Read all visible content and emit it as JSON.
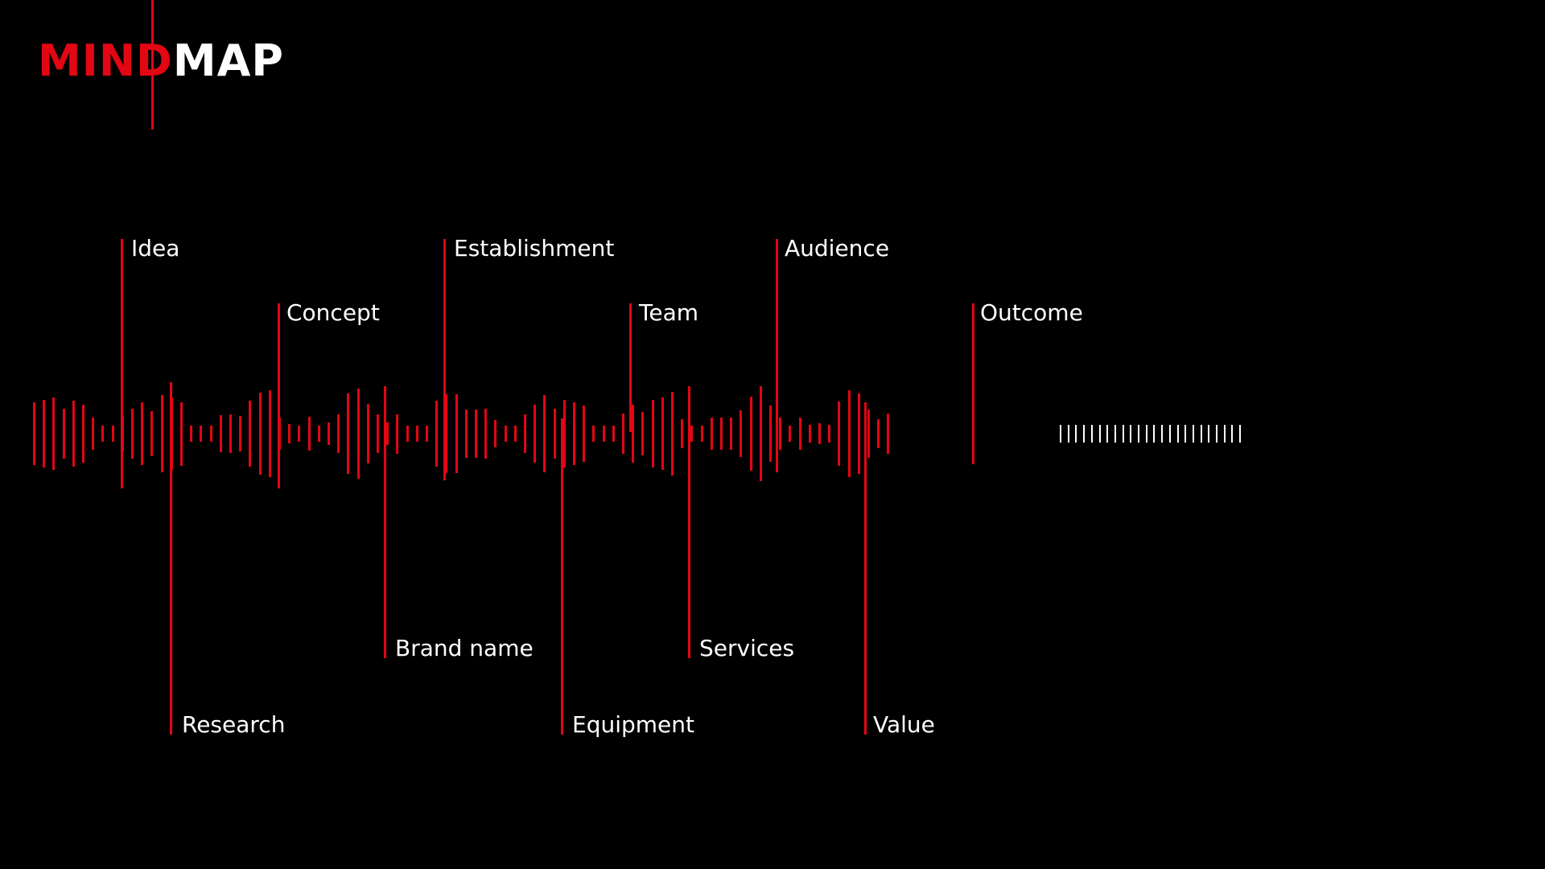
{
  "title": {
    "part1": "MIND",
    "part2": "MAP"
  },
  "colors": {
    "background": "#000000",
    "accent": "#e30613",
    "text": "#ffffff"
  },
  "nodes": [
    {
      "label": "Idea",
      "position": "above"
    },
    {
      "label": "Research",
      "position": "below"
    },
    {
      "label": "Concept",
      "position": "above"
    },
    {
      "label": "Brand name",
      "position": "below"
    },
    {
      "label": "Establishment",
      "position": "above"
    },
    {
      "label": "Equipment",
      "position": "below"
    },
    {
      "label": "Team",
      "position": "above"
    },
    {
      "label": "Services",
      "position": "below"
    },
    {
      "label": "Audience",
      "position": "above"
    },
    {
      "label": "Value",
      "position": "below"
    },
    {
      "label": "Outcome",
      "position": "above"
    }
  ]
}
